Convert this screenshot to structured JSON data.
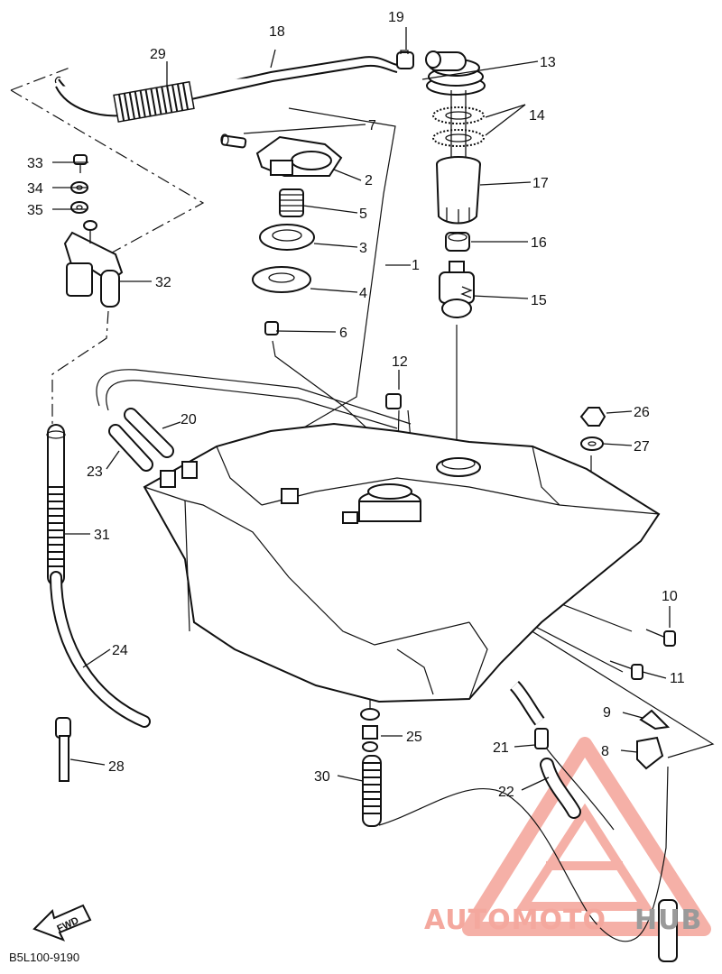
{
  "part_labels": [
    "1",
    "2",
    "3",
    "4",
    "5",
    "6",
    "7",
    "8",
    "9",
    "10",
    "11",
    "12",
    "13",
    "14",
    "15",
    "16",
    "17",
    "18",
    "19",
    "20",
    "21",
    "22",
    "23",
    "24",
    "25",
    "26",
    "27",
    "28",
    "29",
    "30",
    "31",
    "32",
    "33",
    "34",
    "35"
  ],
  "direction_label": "FWD",
  "diagram_code": "B5L100-9190",
  "watermark": {
    "part1": "AUTOMOTO",
    "part2": "HUB"
  },
  "colors": {
    "line": "#111111",
    "watermark_red": "#f4a89e",
    "watermark_gray": "#9a9a9a"
  }
}
